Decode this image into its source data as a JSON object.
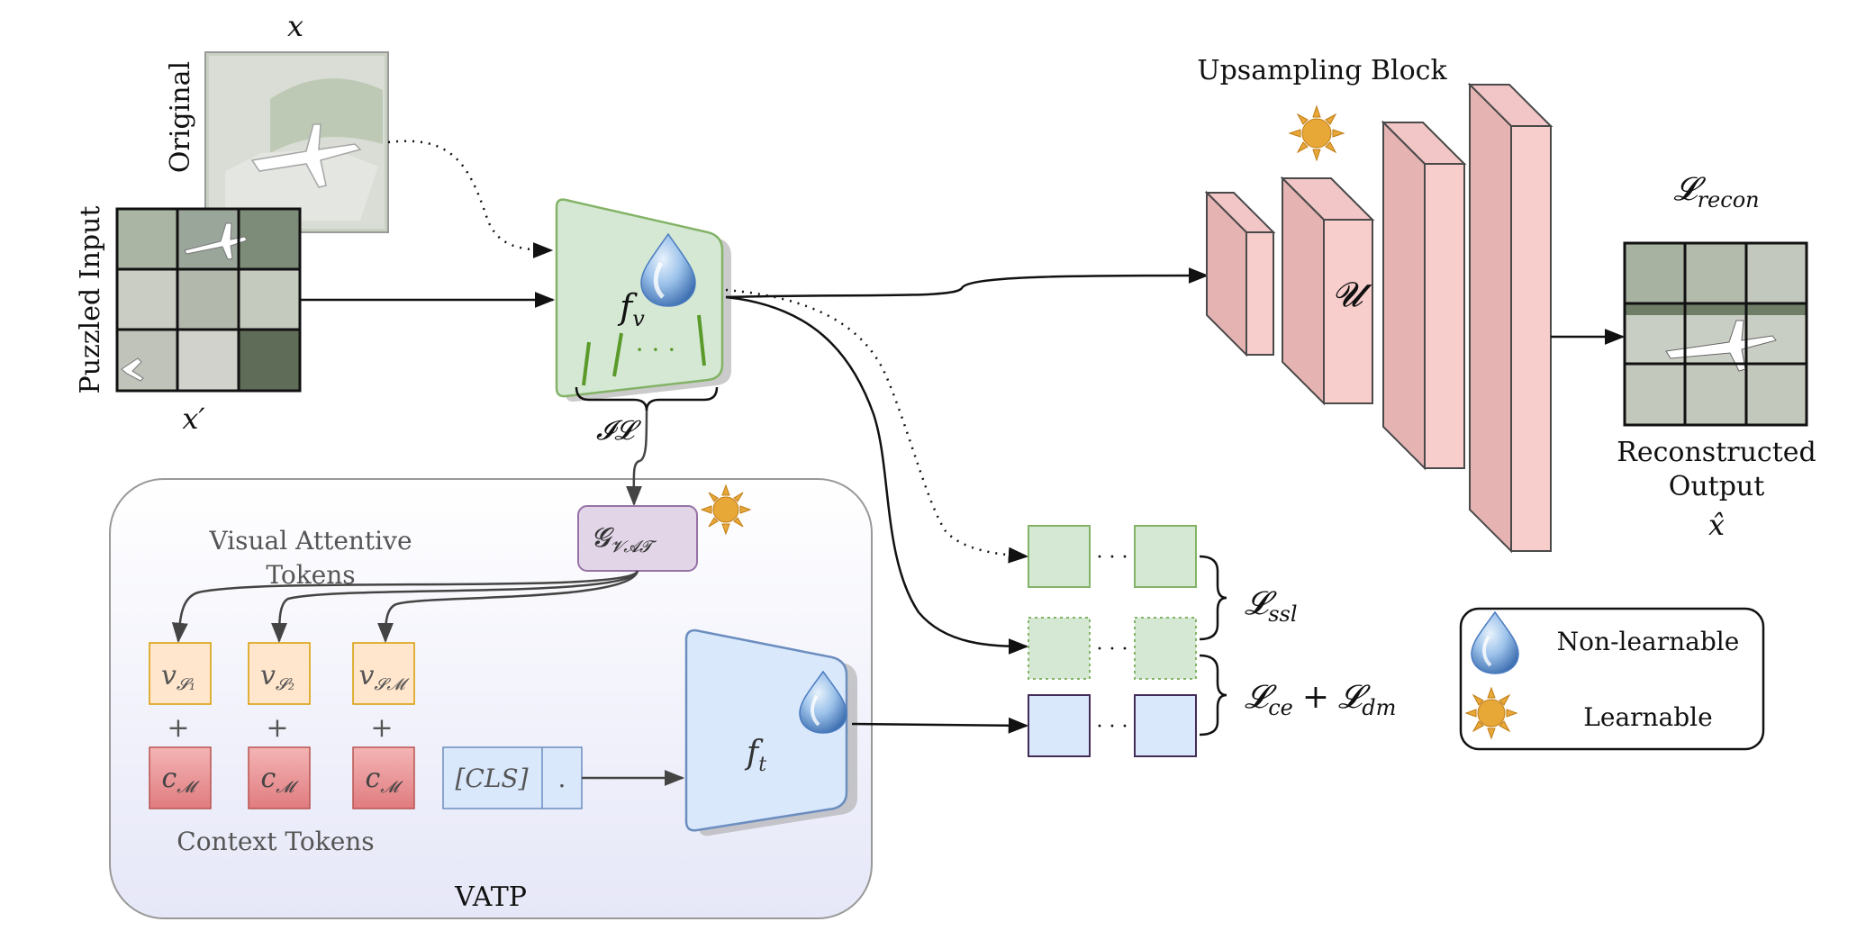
{
  "inputs": {
    "original_label": "Original",
    "original_var": "x",
    "puzzled_label": "Puzzled Input",
    "puzzled_var": "x′"
  },
  "encoder": {
    "visual_label": "f",
    "visual_sub": "v",
    "dots": "· · ·",
    "il_label": "𝓘𝓛"
  },
  "vatp": {
    "title": "VATP",
    "gen_label": "𝓖",
    "gen_sub": "𝓥𝓐𝓣",
    "visual_tokens_line1": "Visual Attentive",
    "visual_tokens_line2": "Tokens",
    "tokens": [
      {
        "v": "v",
        "sub": "𝓢₁"
      },
      {
        "v": "v",
        "sub": "𝓢₂"
      },
      {
        "v": "v",
        "sub": "𝓢𝓜"
      }
    ],
    "plus": "+",
    "context_token": {
      "c": "c",
      "sub": "𝓜"
    },
    "context_label": "Context Tokens",
    "cls_label": "[CLS]",
    "cls_dot": ".",
    "text_encoder_label": "f",
    "text_encoder_sub": "t"
  },
  "upsampling": {
    "title": "Upsampling Block",
    "u_label": "𝓤"
  },
  "output": {
    "recon_loss": "𝓛",
    "recon_sub": "recon",
    "line1": "Reconstructed",
    "line2": "Output",
    "var": "x̂"
  },
  "losses": {
    "ssl_main": "𝓛",
    "ssl_sub": "ssl",
    "ce_main": "𝓛",
    "ce_sub": "ce",
    "plus": "+",
    "dm_main": "𝓛",
    "dm_sub": "dm",
    "ellipsis": "· · ·"
  },
  "legend": {
    "non_learnable": "Non-learnable",
    "learnable": "Learnable"
  },
  "colors": {
    "green_fill": "#d5e8d4",
    "green_stroke": "#82b366",
    "blue_fill": "#dae8fc",
    "blue_stroke": "#6c8ebf",
    "pink_fill": "#f8cecc",
    "pink_dark": "#e6b0b0",
    "purple_fill": "#e1d5e7",
    "purple_stroke": "#9673a6",
    "orange_fill": "#ffe6cc",
    "orange_stroke": "#d79b00",
    "sun": "#e8a838",
    "vatp_bg": "#eef0fa"
  }
}
